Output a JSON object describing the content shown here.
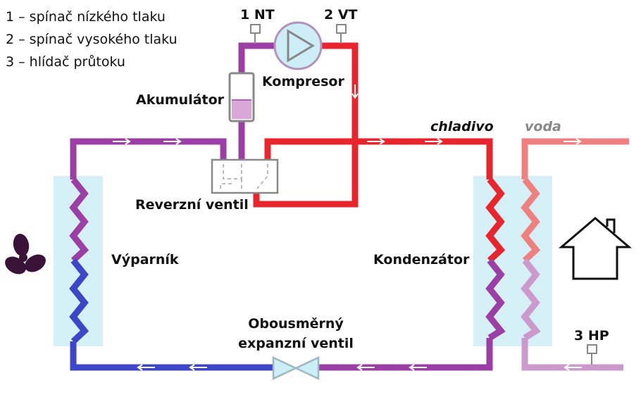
{
  "legend": {
    "item1": "1 – spínač nízkého tlaku",
    "item2": "2 – spínač vysokého tlaku",
    "item3": "3 – hlídač průtoku"
  },
  "labels": {
    "nt": "1 NT",
    "vt": "2 VT",
    "kompresor": "Kompresor",
    "akumulator": "Akumulátor",
    "reverzni_ventil": "Reverzní ventil",
    "vyparnik": "Výparník",
    "kondenzator": "Kondenzátor",
    "chladivo": "chladivo",
    "voda": "voda",
    "hp": "3 HP",
    "ventil_line1": "Obousměrný",
    "ventil_line2": "expanzní ventil"
  },
  "colors": {
    "refrigerant_hot": "#e8252c",
    "refrigerant_mixed": "#9b3fa6",
    "refrigerant_cold": "#3d45c8",
    "water_hot": "#f08080",
    "water_cold": "#cc99cc",
    "exchanger_bg": "#d6f0f7",
    "fan": "#3b1238",
    "text_voda": "#888888"
  }
}
